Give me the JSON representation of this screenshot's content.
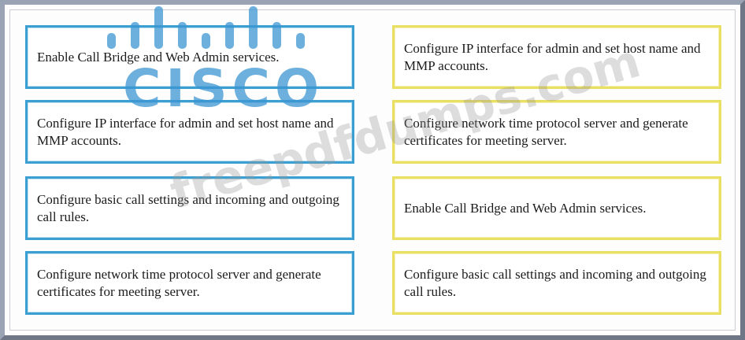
{
  "sources": [
    {
      "label": "Enable Call Bridge and Web Admin services."
    },
    {
      "label": "Configure IP interface for admin and set host name and MMP accounts."
    },
    {
      "label": "Configure basic call settings and incoming and outgoing call rules."
    },
    {
      "label": "Configure network time protocol server and generate certificates for meeting server."
    }
  ],
  "targets": [
    {
      "label": "Configure IP interface for admin and set host name and MMP accounts."
    },
    {
      "label": "Configure network time protocol server and generate certificates for meeting server."
    },
    {
      "label": "Enable Call Bridge and Web Admin services."
    },
    {
      "label": "Configure basic call settings and incoming and outgoing call rules."
    }
  ],
  "watermark": {
    "logo_text": "CISCO",
    "site_text": "freepdfdumps.com"
  },
  "colors": {
    "source_border": "#3b9fd2",
    "target_border": "#e8df63",
    "frame": "#9aa3b3"
  }
}
